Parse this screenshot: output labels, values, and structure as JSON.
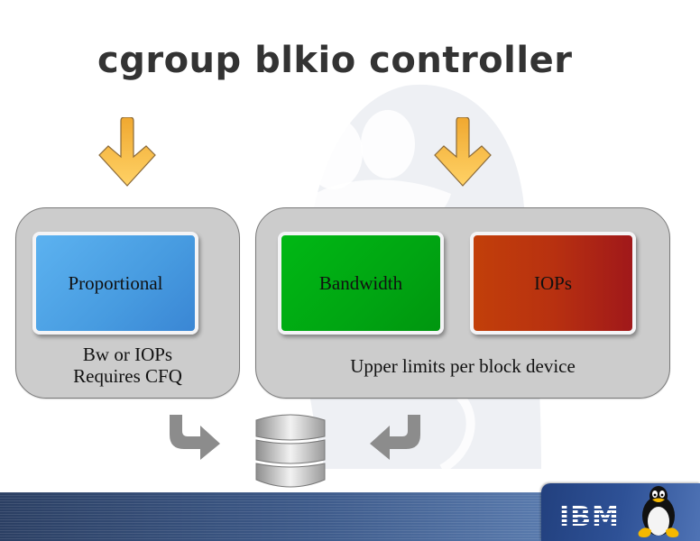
{
  "slide": {
    "title": "cgroup blkio controller"
  },
  "groups": [
    {
      "name": "proportional-group",
      "cards": [
        {
          "label": "Proportional",
          "color": "#4aa0e4"
        }
      ],
      "caption_lines": [
        "Bw or IOPs",
        "Requires CFQ"
      ]
    },
    {
      "name": "throttling-group",
      "cards": [
        {
          "label": "Bandwidth",
          "color": "#00a812"
        },
        {
          "label": "IOPs",
          "color": "#b32e12"
        }
      ],
      "caption_lines": [
        "Upper limits per block device"
      ]
    }
  ],
  "icons": {
    "input_arrows": "arrow-down-icon",
    "output_arrows": "curved-arrow-icon",
    "storage": "database-icon",
    "watermark": "tux-penguin-icon"
  },
  "footer": {
    "logo_text": "IBM",
    "mascot": "tux-penguin-icon"
  },
  "colors": {
    "title": "#333333",
    "group_bg": "#cccccc",
    "arrow_orange": "#f5b23e",
    "footer_blue": "#2e5196"
  }
}
